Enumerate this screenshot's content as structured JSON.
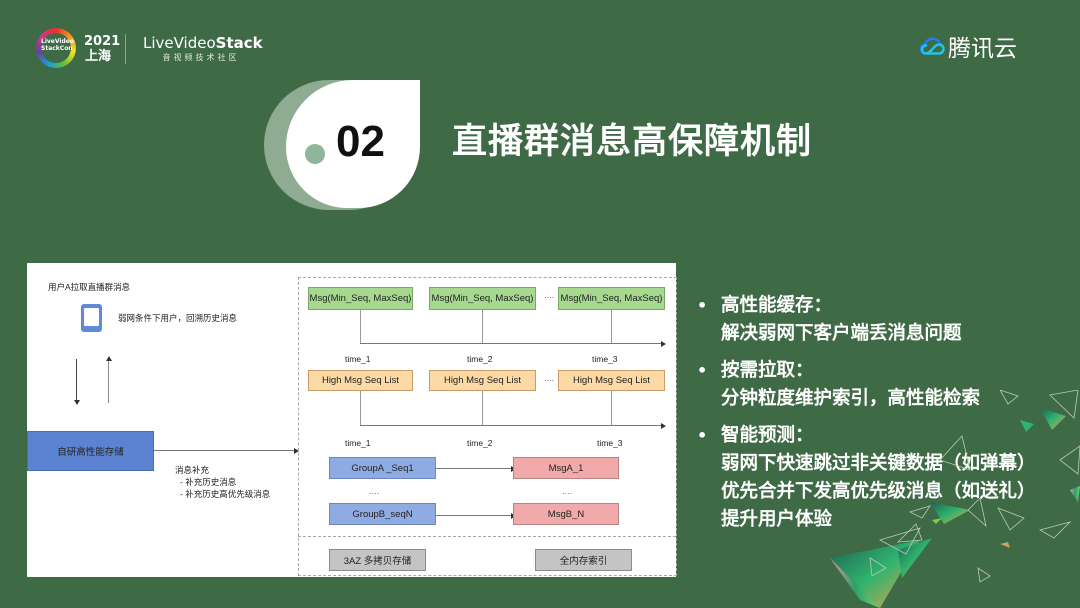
{
  "header": {
    "conference_logo": {
      "text_line1": "LiveVideo",
      "text_line2": "StackCon",
      "year": "2021",
      "city": "上海"
    },
    "community_logo": {
      "name_prefix": "LiveVideo",
      "name_suffix": "Stack",
      "subtitle": "音视频技术社区"
    },
    "brand_logo": {
      "icon": "tencent-cloud-icon",
      "text": "腾讯云"
    }
  },
  "section": {
    "number": "02",
    "title": "直播群消息高保障机制"
  },
  "diagram": {
    "left": {
      "heading": "用户A拉取直播群消息",
      "device_icon": "tablet-icon",
      "device_label": "弱网条件下用户，回溯历史消息",
      "storage_box": "自研高性能存储",
      "supplement_title": "消息补充",
      "supplement_items": [
        "- 补充历史消息",
        "- 补充历史高优先级消息"
      ]
    },
    "right": {
      "msg_boxes": [
        "Msg(Min_Seq, MaxSeq)",
        "Msg(Min_Seq, MaxSeq)",
        "Msg(Min_Seq, MaxSeq)"
      ],
      "time_labels_row1": [
        "time_1",
        "time_2",
        "time_3"
      ],
      "seq_boxes": [
        "High Msg Seq List",
        "High Msg Seq List",
        "High Msg Seq List"
      ],
      "time_labels_row2": [
        "time_1",
        "time_2",
        "time_3"
      ],
      "group_boxes": [
        "GroupA _Seq1",
        "GroupB_seqN"
      ],
      "msg_targets": [
        "MsgA_1",
        "MsgB_N"
      ],
      "ellipsis": "....",
      "footer_boxes": [
        "3AZ 多拷贝存储",
        "全内存索引"
      ]
    }
  },
  "bullets": [
    {
      "title": "高性能缓存：",
      "lines": [
        "解决弱网下客户端丢消息问题"
      ]
    },
    {
      "title": "按需拉取：",
      "lines": [
        "分钟粒度维护索引，高性能检索"
      ]
    },
    {
      "title": "智能预测：",
      "lines": [
        "弱网下快速跳过非关键数据（如弹幕）",
        "优先合并下发高优先级消息（如送礼）",
        "提升用户体验"
      ]
    }
  ],
  "bullet_glyph": "•",
  "colors": {
    "background": "#3f6a46",
    "msg_box": "#a6d98f",
    "seq_box": "#fdd9a5",
    "group_box": "#8fabe3",
    "target_box": "#f1aaa9",
    "storage_box": "#5b83d2",
    "footer_box": "#c4c4c4"
  }
}
